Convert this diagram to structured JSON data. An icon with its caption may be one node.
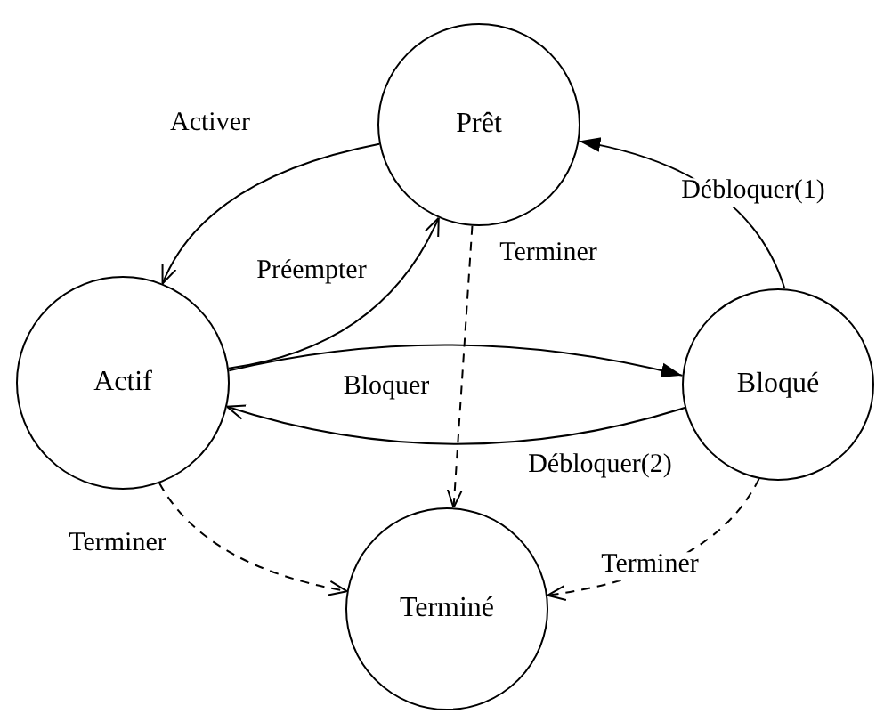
{
  "diagram": {
    "nodes": [
      {
        "text": [
          "Prêt"
        ]
      },
      {
        "text": [
          "Actif"
        ]
      },
      {
        "text": [
          "Bloqué"
        ]
      },
      {
        "text": [
          "Terminé"
        ]
      }
    ],
    "edges": [
      {
        "from": 0,
        "to": 1,
        "arrow": "to",
        "label": "Activer"
      },
      {
        "from": 1,
        "to": 0,
        "arrow": "to",
        "label": "Préempter"
      },
      {
        "from": 1,
        "to": 2,
        "arrow": "to",
        "label": "Bloquer"
      },
      {
        "from": 2,
        "to": 1,
        "arrow": "to",
        "label": "Débloquer(2)"
      },
      {
        "from": 2,
        "to": 0,
        "arrow": "to",
        "label": "Débloquer(1)"
      },
      {
        "from": 0,
        "to": 3,
        "arrow": "to",
        "label": "Terminer",
        "style": "dashed"
      },
      {
        "from": 1,
        "to": 3,
        "arrow": "to",
        "label": "Terminer",
        "style": "dashed"
      },
      {
        "from": 2,
        "to": 3,
        "arrow": "to",
        "label": "Terminer",
        "style": "dashed"
      }
    ]
  }
}
